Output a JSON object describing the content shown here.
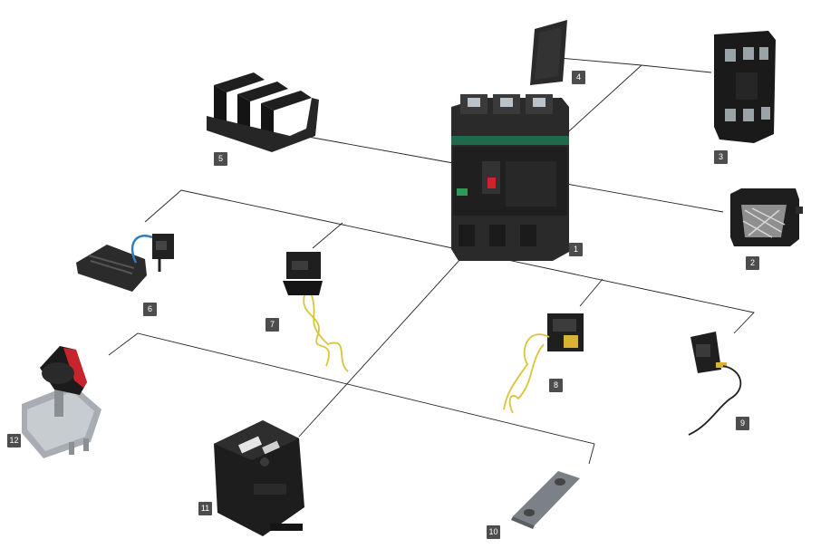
{
  "badge_color": "#4d4d4d",
  "line_color": "#222222",
  "parts": [
    {
      "number": "1",
      "icon": "molded-case-circuit-breaker-icon"
    },
    {
      "number": "2",
      "icon": "rear-terminal-cover-icon"
    },
    {
      "number": "3",
      "icon": "plug-in-base-icon"
    },
    {
      "number": "4",
      "icon": "insulating-sheet-icon"
    },
    {
      "number": "5",
      "icon": "phase-barrier-icon"
    },
    {
      "number": "6",
      "icon": "auxiliary-alarm-module-icon"
    },
    {
      "number": "7",
      "icon": "shunt-release-icon"
    },
    {
      "number": "8",
      "icon": "undervoltage-release-icon"
    },
    {
      "number": "9",
      "icon": "auxiliary-contact-icon"
    },
    {
      "number": "10",
      "icon": "connection-plate-icon"
    },
    {
      "number": "11",
      "icon": "motor-operator-icon"
    },
    {
      "number": "12",
      "icon": "rotary-handle-icon"
    }
  ]
}
